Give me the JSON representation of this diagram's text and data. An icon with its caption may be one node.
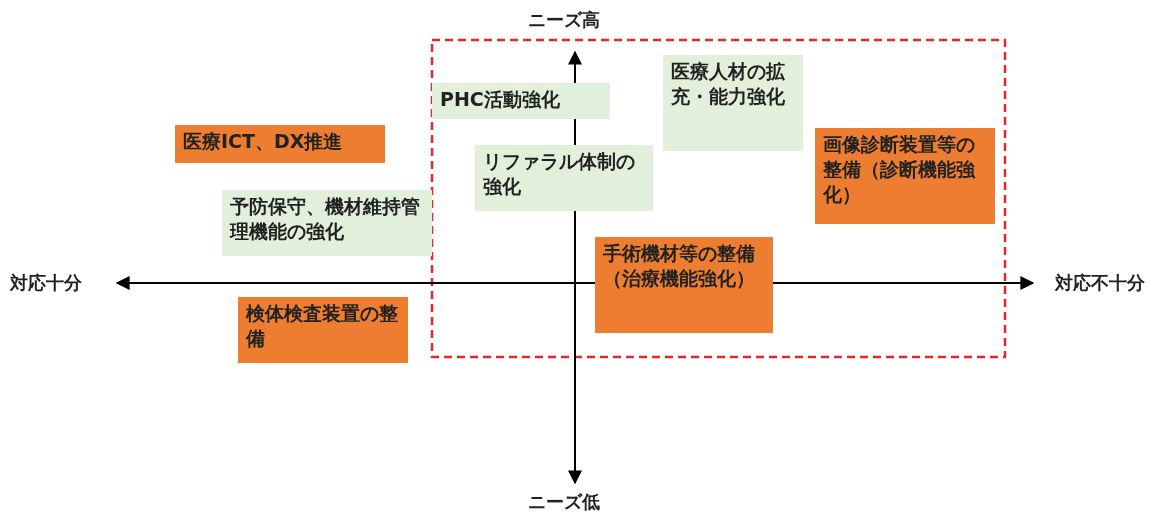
{
  "diagram": {
    "nodes": [
      {
        "text": [
          "医療ICT、DX推進"
        ]
      },
      {
        "text": [
          "PHC活動強化"
        ]
      },
      {
        "text": [
          "医療人材の拡充・能力強化"
        ]
      },
      {
        "text": [
          "リファラル体制の強化"
        ]
      },
      {
        "text": [
          "画像診断装置等の整備（診断機能強化）"
        ]
      },
      {
        "text": [
          "予防保守、機材維持管理機能の強化"
        ]
      },
      {
        "text": [
          "手術機材等の整備（治療機能強化）"
        ]
      },
      {
        "text": [
          "検体検査装置の整備"
        ]
      }
    ],
    "edges": [],
    "labels": [
      "ニーズ高",
      "対応十分",
      "対応不十分",
      "ニーズ低"
    ]
  }
}
